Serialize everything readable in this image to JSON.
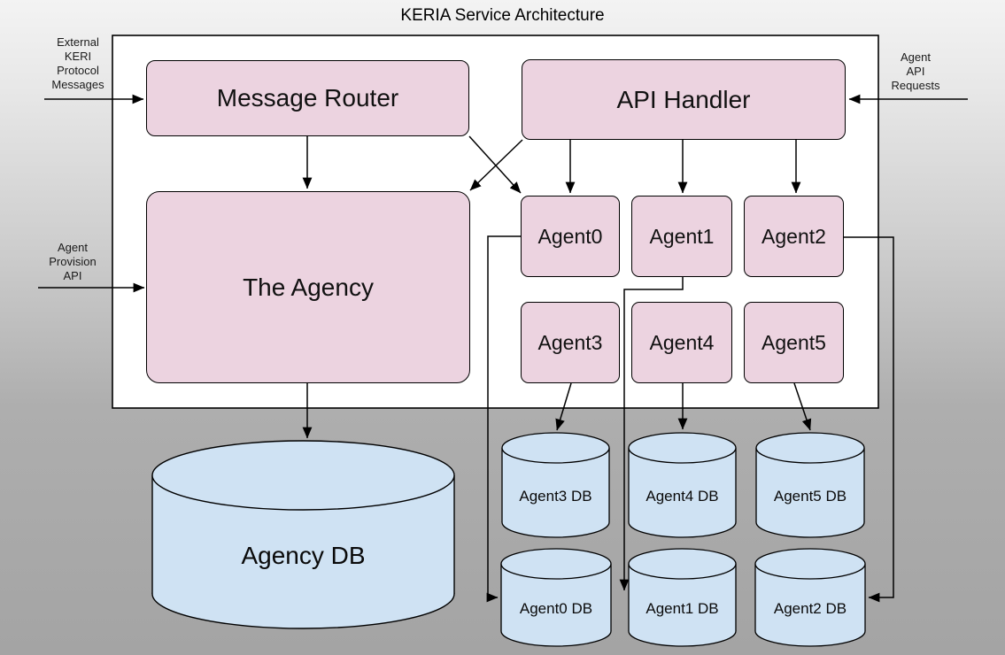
{
  "title": "KERIA Service Architecture",
  "colors": {
    "component_fill": "#ecd3e0",
    "database_fill": "#cfe2f3",
    "container_fill": "#ffffff",
    "border": "#000000",
    "background_top": "#f3f3f3",
    "background_bottom": "#a4a4a4"
  },
  "labels": {
    "external_keri": "External\nKERI\nProtocol\nMessages",
    "agent_api_requests": "Agent\nAPI\nRequests",
    "agent_provision": "Agent\nProvision\nAPI"
  },
  "components": {
    "message_router": "Message Router",
    "api_handler": "API Handler",
    "agency": "The Agency",
    "agents": [
      "Agent0",
      "Agent1",
      "Agent2",
      "Agent3",
      "Agent4",
      "Agent5"
    ]
  },
  "databases": {
    "agency": "Agency DB",
    "agents_top_row": [
      "Agent3 DB",
      "Agent4 DB",
      "Agent5 DB"
    ],
    "agents_bottom_row": [
      "Agent0 DB",
      "Agent1 DB",
      "Agent2 DB"
    ]
  }
}
